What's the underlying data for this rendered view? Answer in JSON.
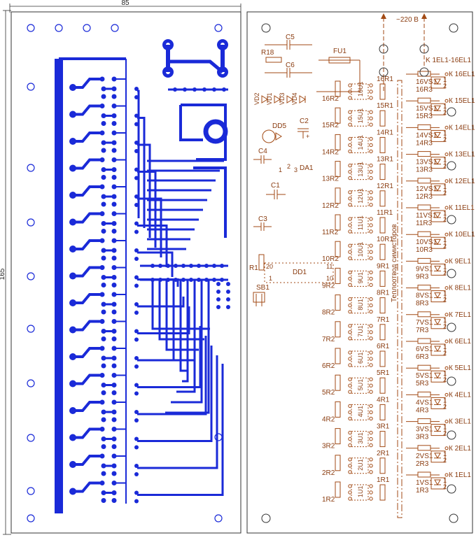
{
  "dimensions": {
    "width_mm": "85",
    "height_mm": "165"
  },
  "colors": {
    "copper": "#1a2ad8",
    "silk": "#a24a14",
    "board_edge": "#333333",
    "background": "#ffffff"
  },
  "silk": {
    "mains": "~220 В",
    "header": "K 1EL1-16EL1",
    "heatsink": "Теплоотвод симисторов",
    "caps": {
      "c5": "C5",
      "c6": "C6",
      "c2": "C2",
      "c4": "C4",
      "c1": "C1",
      "c3": "C3"
    },
    "r18": "R18",
    "fuse": "FU1",
    "diode": "DD5",
    "regulator": "DA1",
    "reg_pins": [
      "1",
      "2",
      "3"
    ],
    "diodes": [
      "VD2",
      "VD1",
      "VD3",
      "VD4"
    ],
    "r1": "R1",
    "dd1": "DD1",
    "dd1_pins": {
      "p20": "20",
      "p11": "11",
      "p1": "1",
      "p10": "10"
    },
    "sb1": "SB1",
    "channels": [
      {
        "r2": "16R2",
        "u1": "16U1",
        "r1": "16R1",
        "r3": "16R3",
        "vs1": "16VS1",
        "k": "К 16EL1"
      },
      {
        "r2": "15R2",
        "u1": "15U1",
        "r1": "15R1",
        "r3": "15R3",
        "vs1": "15VS1",
        "k": "К 15EL1"
      },
      {
        "r2": "14R2",
        "u1": "14U1",
        "r1": "14R1",
        "r3": "14R3",
        "vs1": "14VS1",
        "k": "К 14EL1"
      },
      {
        "r2": "13R2",
        "u1": "13U1",
        "r1": "13R1",
        "r3": "13R3",
        "vs1": "13VS1",
        "k": "К 13EL1"
      },
      {
        "r2": "12R2",
        "u1": "12U1",
        "r1": "12R1",
        "r3": "12R3",
        "vs1": "12VS1",
        "k": "К 12EL1"
      },
      {
        "r2": "11R2",
        "u1": "11U1",
        "r1": "11R1",
        "r3": "11R3",
        "vs1": "11VS1",
        "k": "К 11EL1"
      },
      {
        "r2": "10R2",
        "u1": "10U1",
        "r1": "10R1",
        "r3": "10R3",
        "vs1": "10VS1",
        "k": "К 10EL1"
      },
      {
        "r2": "9R2",
        "u1": "9U1",
        "r1": "9R1",
        "r3": "9R3",
        "vs1": "9VS1",
        "k": "К 9EL1"
      },
      {
        "r2": "8R2",
        "u1": "8U1",
        "r1": "8R1",
        "r3": "8R3",
        "vs1": "8VS1",
        "k": "К 8EL1"
      },
      {
        "r2": "7R2",
        "u1": "7U1",
        "r1": "7R1",
        "r3": "7R3",
        "vs1": "7VS1",
        "k": "К 7EL1"
      },
      {
        "r2": "6R2",
        "u1": "6U1",
        "r1": "6R1",
        "r3": "6R3",
        "vs1": "6VS1",
        "k": "К 6EL1"
      },
      {
        "r2": "5R2",
        "u1": "5U1",
        "r1": "5R1",
        "r3": "5R3",
        "vs1": "5VS1",
        "k": "К 5EL1"
      },
      {
        "r2": "4R2",
        "u1": "4U1",
        "r1": "4R1",
        "r3": "4R3",
        "vs1": "4VS1",
        "k": "К 4EL1"
      },
      {
        "r2": "3R2",
        "u1": "3U1",
        "r1": "3R1",
        "r3": "3R3",
        "vs1": "3VS1",
        "k": "К 3EL1"
      },
      {
        "r2": "2R2",
        "u1": "2U1",
        "r1": "2R1",
        "r3": "2R3",
        "vs1": "2VS1",
        "k": "К 2EL1"
      },
      {
        "r2": "1R2",
        "u1": "1U1",
        "r1": "1R1",
        "r3": "1R3",
        "vs1": "1VS1",
        "k": "К 1EL1"
      }
    ]
  }
}
